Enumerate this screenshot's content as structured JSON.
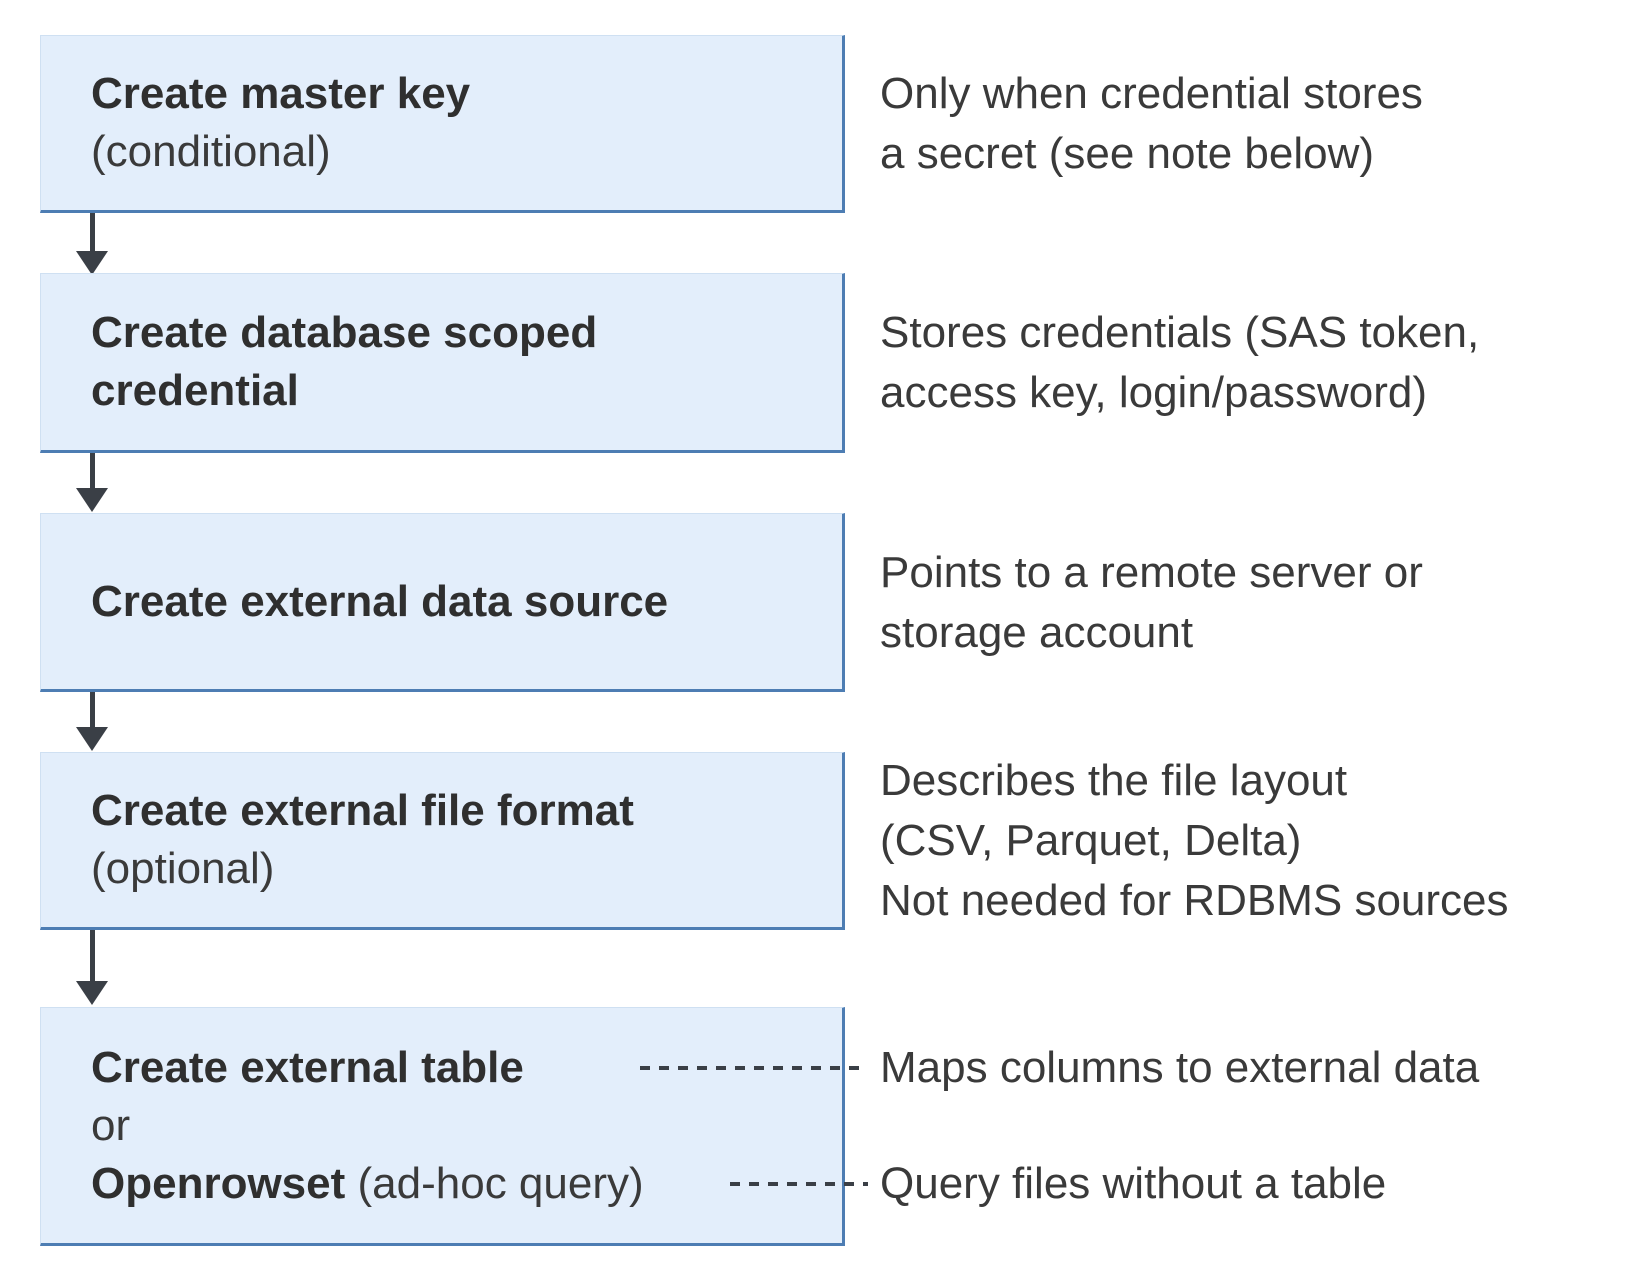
{
  "theme": {
    "box_fill": "#e3eefb",
    "box_border": "#4d7db3",
    "box_edge_light": "#cfe0f2",
    "text_color": "#333333",
    "arrow_color": "#3a3f46",
    "background": "#ffffff"
  },
  "flow": {
    "boxes": [
      {
        "title": "Create master key",
        "subtitle": "(conditional)",
        "note": "Only when credential stores\na secret (see note below)"
      },
      {
        "title": "Create database scoped\ncredential",
        "note": "Stores credentials (SAS token,\naccess key, login/password)"
      },
      {
        "title": "Create external data source",
        "note": "Points to a remote server or\nstorage account"
      },
      {
        "title": "Create external file format",
        "subtitle": "(optional)",
        "note": "Describes the file layout\n(CSV, Parquet, Delta)\nNot needed for RDBMS sources"
      },
      {
        "title": "Create external table",
        "or_label": "or",
        "alt_title": "Openrowset",
        "alt_suffix": " (ad-hoc query)",
        "note_table": "Maps columns to external data",
        "note_openrowset": "Query files without a table"
      }
    ]
  }
}
